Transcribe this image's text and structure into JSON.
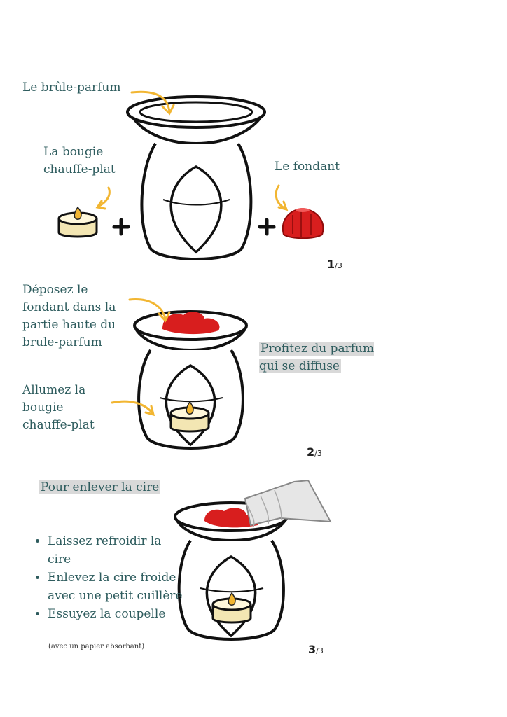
{
  "panel1": {
    "label_burner": "Le brûle-parfum",
    "label_candle": "La bougie\nchauffe-plat",
    "label_wax": "Le fondant",
    "step_num": "1",
    "step_den": "/3"
  },
  "panel2": {
    "label_deposit": "Déposez le\nfondant dans la\npartie haute du\nbrule-parfum",
    "label_light": "Allumez la\nbougie\nchauffe-plat",
    "label_enjoy": "Profitez du parfum\nqui se diffuse",
    "step_num": "2",
    "step_den": "/3"
  },
  "panel3": {
    "title": "Pour enlever la cire",
    "bullets": [
      "Laissez refroidir la cire",
      "Enlevez la cire froide avec une petit cuillère",
      "Essuyez la coupelle"
    ],
    "note": "(avec un papier absorbant)",
    "step_num": "3",
    "step_den": "/3"
  },
  "colors": {
    "text": "#2e5c5e",
    "wax": "#d81e1e",
    "candle": "#f3e6b3",
    "arrow": "#f2b632",
    "highlight": "#d9d9d9"
  }
}
